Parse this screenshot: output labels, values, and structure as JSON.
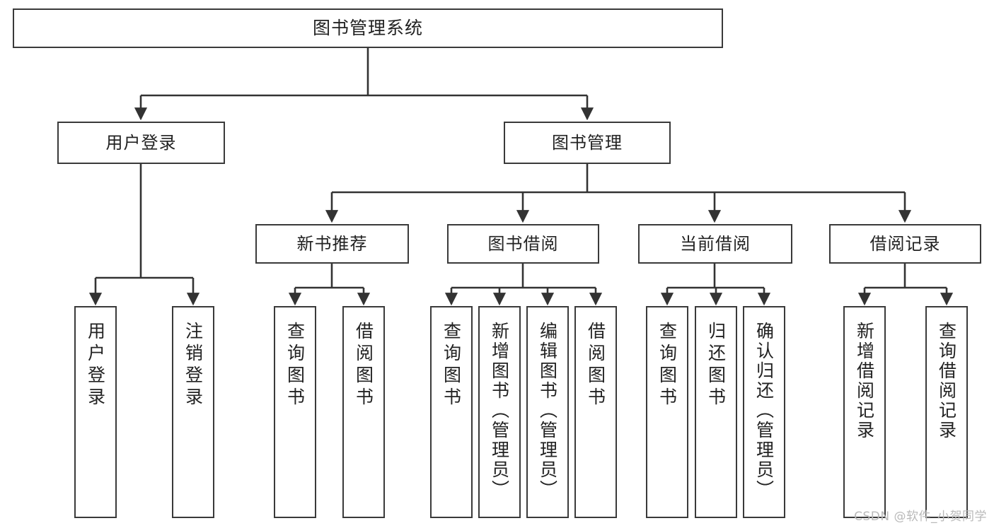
{
  "diagram": {
    "title": "图书管理系统",
    "type": "tree",
    "watermark": "CSDN @软件_小贺同学",
    "colors": {
      "box_border": "#3a3a3a",
      "box_fill": "#ffffff",
      "edge": "#333333",
      "text": "#222222",
      "watermark": "#b9b9b9"
    },
    "nodes": {
      "root": {
        "label": "图书管理系统"
      },
      "level2": [
        {
          "id": "user-login",
          "label": "用户登录"
        },
        {
          "id": "book-manage",
          "label": "图书管理"
        }
      ],
      "level3": [
        {
          "id": "new-book-rec",
          "label": "新书推荐"
        },
        {
          "id": "book-borrow",
          "label": "图书借阅"
        },
        {
          "id": "current-borrow",
          "label": "当前借阅"
        },
        {
          "id": "borrow-record",
          "label": "借阅记录"
        }
      ],
      "leaves": {
        "user_login": [
          {
            "id": "leaf-user-login",
            "label": "用户登录"
          },
          {
            "id": "leaf-logout",
            "label": "注销登录"
          }
        ],
        "new_book_rec": [
          {
            "id": "leaf-query-book-1",
            "label": "查询图书"
          },
          {
            "id": "leaf-borrow-book-1",
            "label": "借阅图书"
          }
        ],
        "book_borrow": [
          {
            "id": "leaf-query-book-2",
            "label": "查询图书"
          },
          {
            "id": "leaf-add-book",
            "label": "新增图书（管理员）"
          },
          {
            "id": "leaf-edit-book",
            "label": "编辑图书（管理员）"
          },
          {
            "id": "leaf-borrow-book-2",
            "label": "借阅图书"
          }
        ],
        "current_borrow": [
          {
            "id": "leaf-query-book-3",
            "label": "查询图书"
          },
          {
            "id": "leaf-return-book",
            "label": "归还图书"
          },
          {
            "id": "leaf-confirm-return",
            "label": "确认归还（管理员）"
          }
        ],
        "borrow_record": [
          {
            "id": "leaf-add-record",
            "label": "新增借阅记录"
          },
          {
            "id": "leaf-query-record",
            "label": "查询借阅记录"
          }
        ]
      }
    }
  }
}
